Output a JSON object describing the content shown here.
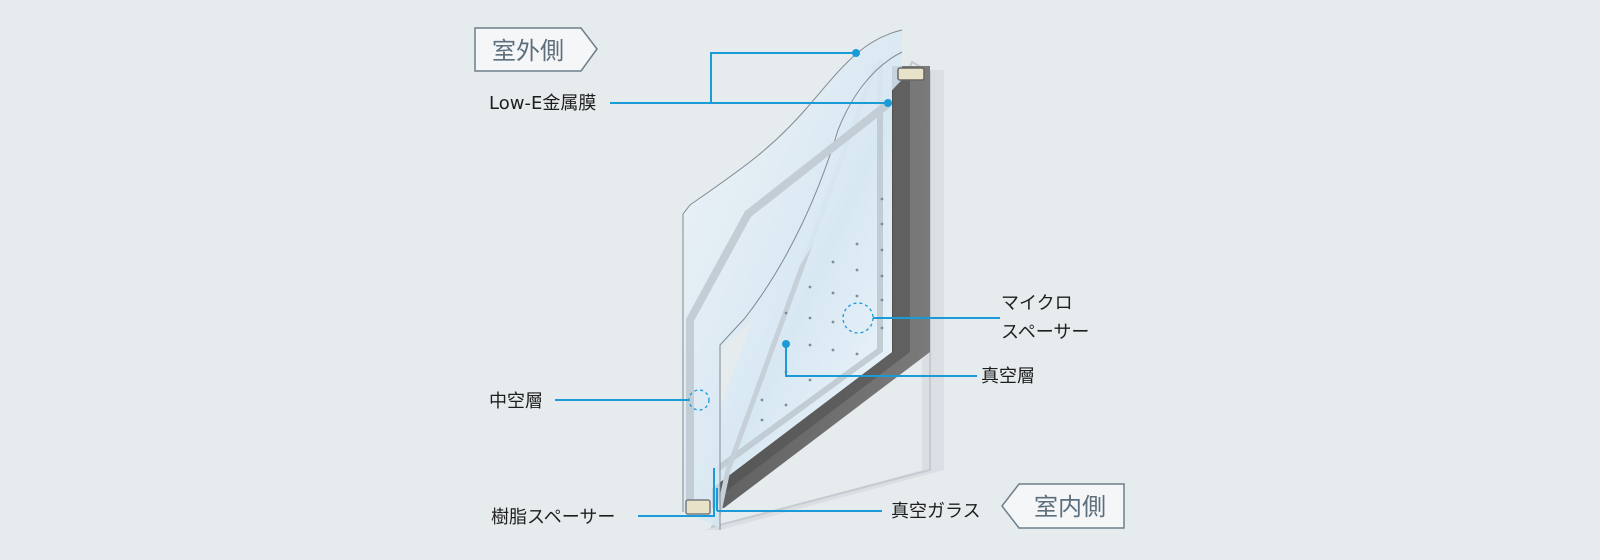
{
  "tags": {
    "outdoor": "室外側",
    "indoor": "室内側"
  },
  "labels": {
    "low_e_film": "Low-E金属膜",
    "hollow_layer": "中空層",
    "resin_spacer": "樹脂スペーサー",
    "micro_spacer_line1": "マイクロ",
    "micro_spacer_line2": "スペーサー",
    "vacuum_layer": "真空層",
    "vacuum_glass": "真空ガラス"
  },
  "colors": {
    "background": "#e6ebee",
    "leader_line": "#1a9ad6",
    "tag_border": "#6d7f8b",
    "tag_text": "#5d6f7c",
    "label_text": "#1e1e1e",
    "frame_dark": "#6a6a6a",
    "glass_tint": "#dcebf5"
  }
}
